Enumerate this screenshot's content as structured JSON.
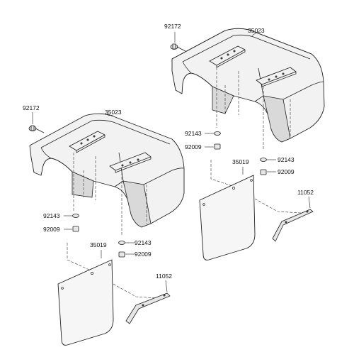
{
  "parts": {
    "bolt_upper": "92172",
    "fender": "35023",
    "washer": "92143",
    "nut": "92009",
    "mud_flap": "35019",
    "bracket": "11052"
  }
}
